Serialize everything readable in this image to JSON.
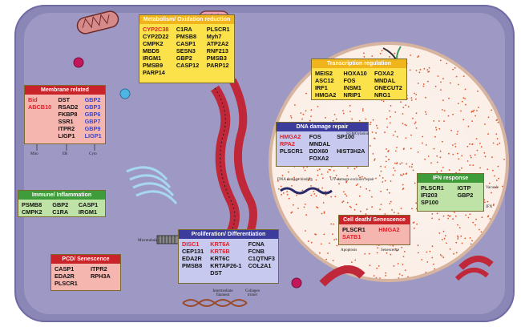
{
  "boxes": {
    "metabolism": {
      "title": "Metabolism/ Oxidation reduction",
      "col1": [
        {
          "t": "CYP2C38",
          "red": true
        },
        {
          "t": "CYP2D22"
        },
        {
          "t": "CMPK2"
        },
        {
          "t": "MBD5"
        },
        {
          "t": "IRGM1"
        },
        {
          "t": "PMSB9"
        },
        {
          "t": "PARP14"
        }
      ],
      "col2": [
        {
          "t": "C1RA"
        },
        {
          "t": "PMSB8"
        },
        {
          "t": "CASP1"
        },
        {
          "t": "SESN3"
        },
        {
          "t": "GBP2"
        },
        {
          "t": "CASP12"
        }
      ],
      "col3": [
        {
          "t": "PLSCR1"
        },
        {
          "t": "Myh7"
        },
        {
          "t": "ATP2A2"
        },
        {
          "t": "RNF213"
        },
        {
          "t": "PMSB3"
        },
        {
          "t": "PARP12"
        }
      ]
    },
    "membrane": {
      "title": "Membrane related",
      "col1": [
        {
          "t": "Bid",
          "red": true
        },
        {
          "t": "ABCB10",
          "red": true
        }
      ],
      "col2": [
        {
          "t": "DST"
        },
        {
          "t": "RSAD2"
        },
        {
          "t": "FKBP8"
        },
        {
          "t": "SSR1"
        },
        {
          "t": "ITPR2"
        },
        {
          "t": "LIGP1"
        }
      ],
      "col3": [
        {
          "t": "GBP2",
          "blue": true
        },
        {
          "t": "GBP3",
          "blue": true
        },
        {
          "t": "GBP6",
          "blue": true
        },
        {
          "t": "GBP7",
          "blue": true
        },
        {
          "t": "GBP9",
          "blue": true
        },
        {
          "t": "LIGP1",
          "blue": true
        }
      ],
      "labels": [
        "Mito",
        "ER",
        "Cyto"
      ]
    },
    "immune": {
      "title": "Immune/ Inflammation",
      "col1": [
        {
          "t": "PSMB8"
        },
        {
          "t": "CMPK2"
        }
      ],
      "col2": [
        {
          "t": "GBP2"
        },
        {
          "t": "C1RA"
        }
      ],
      "col3": [
        {
          "t": "CASP1"
        },
        {
          "t": "IRGM1"
        }
      ]
    },
    "pcd": {
      "title": "PCD/ Senescence",
      "col1": [
        {
          "t": "CASP1"
        },
        {
          "t": "EDA2R"
        },
        {
          "t": "PLSCR1"
        }
      ],
      "col2": [
        {
          "t": "ITPR2"
        },
        {
          "t": "RPH3A"
        }
      ]
    },
    "prolif": {
      "title": "Proliferation/ Differentiation",
      "col1": [
        {
          "t": "DISC1",
          "red": true
        },
        {
          "t": "CEP131"
        },
        {
          "t": "EDA2R"
        },
        {
          "t": "PMSB8"
        }
      ],
      "col2": [
        {
          "t": "KRT6A",
          "red": true
        },
        {
          "t": "KRT6B",
          "red": true
        },
        {
          "t": "KRT6C"
        },
        {
          "t": "KRTAP26-1"
        },
        {
          "t": "DST"
        }
      ],
      "col3": [
        {
          "t": "FCNA"
        },
        {
          "t": "FCNB"
        },
        {
          "t": "C1QTNF3"
        },
        {
          "t": "COL2A1"
        }
      ]
    },
    "transcription": {
      "title": "Transcription regulation",
      "col1": [
        {
          "t": "MEIS2"
        },
        {
          "t": "ASC12"
        },
        {
          "t": "IRF1"
        },
        {
          "t": "HMGA2"
        }
      ],
      "col2": [
        {
          "t": "HOXA10"
        },
        {
          "t": "FOS"
        },
        {
          "t": "INSM1"
        },
        {
          "t": "NRIP1"
        }
      ],
      "col3": [
        {
          "t": "FOXA2"
        },
        {
          "t": "MNDAL"
        },
        {
          "t": "ONECUT2"
        },
        {
          "t": "NRG1"
        }
      ]
    },
    "dna": {
      "title": "DNA damage repair",
      "col1": [
        {
          "t": "HMGA2",
          "red": true
        },
        {
          "t": "RPA2",
          "red": true
        },
        {
          "t": "PLSCR1"
        }
      ],
      "col2": [
        {
          "t": "FOS"
        },
        {
          "t": "MNDAL"
        },
        {
          "t": "DDX60"
        },
        {
          "t": "FOXA2"
        }
      ],
      "col3": [
        {
          "t": "SP100"
        },
        {
          "t": ""
        },
        {
          "t": "HIST3H2A"
        }
      ]
    },
    "ifn": {
      "title": "IFN response",
      "col1": [
        {
          "t": "PLSCR1"
        },
        {
          "t": "IFI203"
        },
        {
          "t": "SP100"
        }
      ],
      "col2": [
        {
          "t": "IGTP"
        },
        {
          "t": "GBP2"
        }
      ]
    },
    "death": {
      "title": "Cell death/ Senescence",
      "col1": [
        {
          "t": "PLSCR1"
        },
        {
          "t": "SATB1",
          "red": true
        }
      ],
      "col2": [
        {
          "t": "HMGA2",
          "red": true
        }
      ]
    }
  },
  "annotations": {
    "mito": "Mito",
    "er": "ER",
    "cyto": "Cyto",
    "microtubule": "Microtubule",
    "intermediate": "Intermediate filament",
    "collagen": "Collagen trimer",
    "sumo": "SUMOylation",
    "dna_binding": "DNA damage binding",
    "uv": "UV-damage excision repair",
    "apoptosis": "Apoptosis",
    "senescence": "Senescence",
    "ifn_vac": "Vacuole",
    "ifn_ifn": "IFN"
  },
  "colors": {
    "metabolism_hdr": "#f0b51c",
    "metabolism_bg": "#fbe24a",
    "membrane_hdr": "#c8242a",
    "membrane_bg": "#f6b6b0",
    "immune_hdr": "#3f9c3a",
    "immune_bg": "#bfe3a6",
    "pcd_hdr": "#c8242a",
    "pcd_bg": "#f6b6b0",
    "prolif_hdr": "#3b3c9c",
    "prolif_bg": "#c7c9ef",
    "transcription_hdr": "#f0b51c",
    "transcription_bg": "#fbe24a",
    "dna_hdr": "#3b3c9c",
    "dna_bg": "#c7c9ef",
    "ifn_hdr": "#3f9c3a",
    "ifn_bg": "#bfe3a6",
    "death_hdr": "#c8242a",
    "death_bg": "#f6b6b0"
  }
}
